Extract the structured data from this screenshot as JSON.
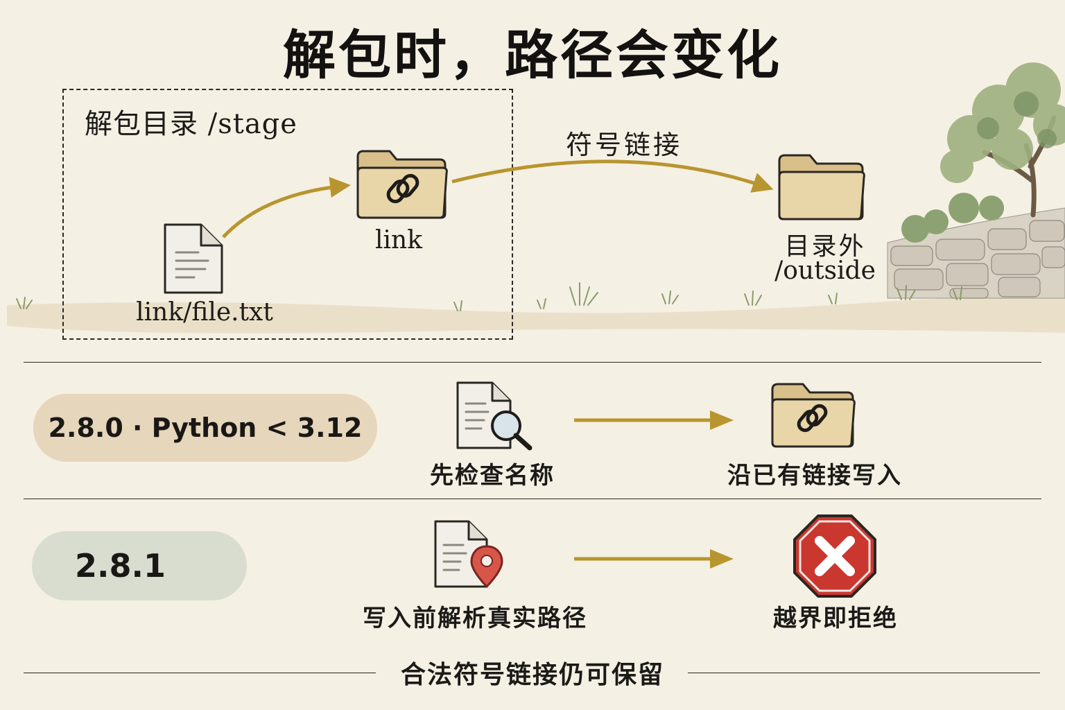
{
  "title": "解包时，路径会变化",
  "stage": {
    "label": "解包目录 /stage",
    "file_label": "link/file.txt",
    "link_label": "link"
  },
  "symlink_label": "符号链接",
  "outside": {
    "label_cn": "目录外",
    "label_path": "/outside"
  },
  "rows": [
    {
      "version": "2.8.0 · Python < 3.12",
      "step_label": "先检查名称",
      "result_label": "沿已有链接写入",
      "step_icon": "document-search-icon",
      "result_icon": "link-folder-icon"
    },
    {
      "version": "2.8.1",
      "step_label": "写入前解析真实路径",
      "result_label": "越界即拒绝",
      "step_icon": "document-location-icon",
      "result_icon": "stop-sign-x-icon"
    }
  ],
  "footer": "合法符号链接仍可保留",
  "colors": {
    "arrow": "#b8952e",
    "folder": "#e3cfa0",
    "stop": "#c9372f",
    "pill_tan": "#e6d6bb",
    "pill_sage": "#d9ddd0"
  }
}
